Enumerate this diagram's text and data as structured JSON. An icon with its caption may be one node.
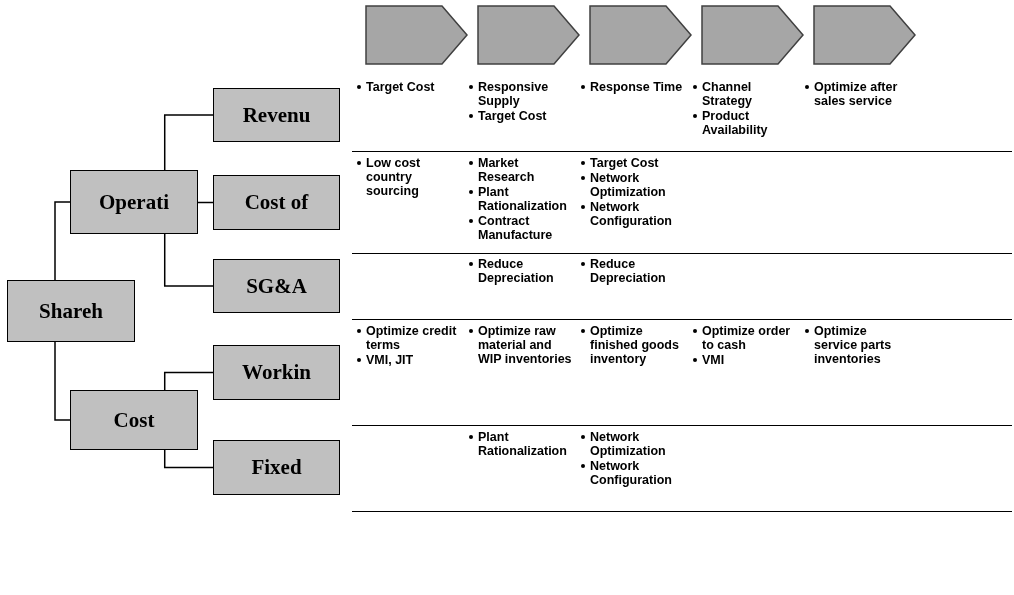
{
  "diagram": {
    "nodes": [
      {
        "text": [],
        "shape": "chevron"
      },
      {
        "text": [],
        "shape": "chevron"
      },
      {
        "text": [],
        "shape": "chevron"
      },
      {
        "text": [],
        "shape": "chevron"
      },
      {
        "text": [],
        "shape": "chevron"
      },
      {
        "text": [
          "Revenu"
        ]
      },
      {
        "text": [
          "Operati"
        ]
      },
      {
        "text": [
          "Cost of"
        ]
      },
      {
        "text": [
          "Shareh"
        ]
      },
      {
        "text": [
          "SG&A"
        ]
      },
      {
        "text": [
          "Workin"
        ]
      },
      {
        "text": [
          "Cost"
        ]
      },
      {
        "text": [
          "Fixed"
        ]
      }
    ],
    "edges": [
      {
        "from": 8,
        "to": 6,
        "arrow": "none"
      },
      {
        "from": 8,
        "to": 11,
        "arrow": "none"
      },
      {
        "from": 6,
        "to": 5,
        "arrow": "none"
      },
      {
        "from": 6,
        "to": 7,
        "arrow": "none"
      },
      {
        "from": 6,
        "to": 9,
        "arrow": "none"
      },
      {
        "from": 11,
        "to": 10,
        "arrow": "none"
      },
      {
        "from": 11,
        "to": 12,
        "arrow": "none"
      }
    ],
    "labels": [
      "Target Cost",
      "Responsive Supply",
      "Target Cost",
      "Response Time",
      "Channel Strategy",
      "Product Availability",
      "Optimize after sales service",
      "Low cost country sourcing",
      "Market Research",
      "Plant Rationalization",
      "Contract Manufacture",
      "Target Cost",
      "Network Optimization",
      "Network Configuration",
      "Reduce Depreciation",
      "Reduce Depreciation",
      "Optimize credit terms",
      "VMI, JIT",
      "Optimize raw material and WIP inventories",
      "Optimize finished goods inventory",
      "Optimize order to cash",
      "VMI",
      "Optimize service parts inventories",
      "Plant Rationalization",
      "Network Optimization",
      "Network Configuration"
    ]
  }
}
